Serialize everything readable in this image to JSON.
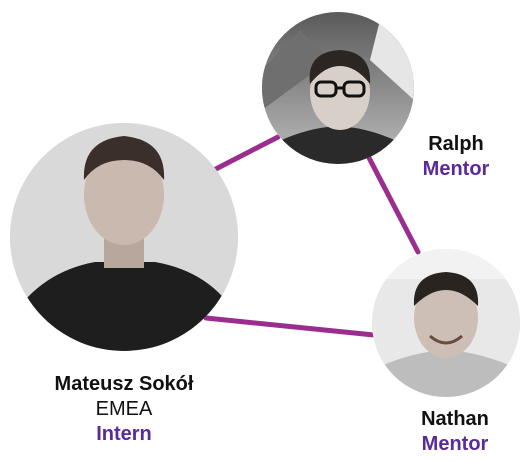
{
  "theme": {
    "connector_color": "#9b2d8e",
    "role_color": "#5b2a9a"
  },
  "people": {
    "intern": {
      "name": "Mateusz Sokół",
      "region": "EMEA",
      "role": "Intern"
    },
    "mentor_top": {
      "name": "Ralph",
      "role": "Mentor"
    },
    "mentor_bottom": {
      "name": "Nathan",
      "role": "Mentor"
    }
  }
}
